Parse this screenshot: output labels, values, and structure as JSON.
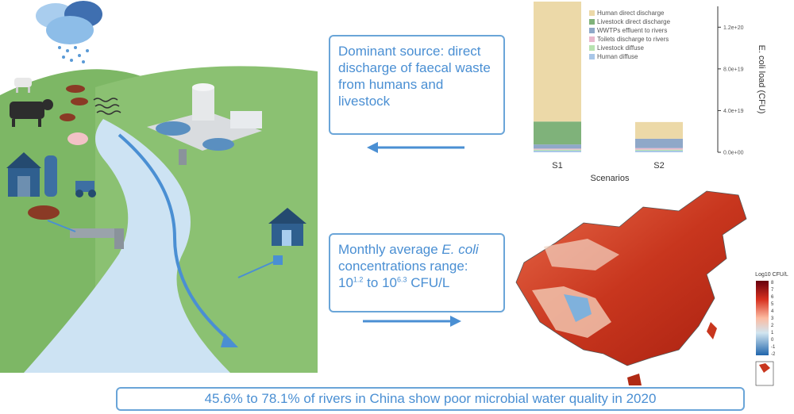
{
  "box1": {
    "text": "Dominant source: direct discharge of faecal waste from humans and livestock"
  },
  "box2": {
    "prefix": "Monthly average ",
    "italic": "E. coli",
    "line2": " concentrations range:",
    "base1": "10",
    "exp1": "1.2",
    "to": " to ",
    "base2": "10",
    "exp2": "6.3",
    "unit": " CFU/L"
  },
  "bottom": {
    "text": "45.6% to 78.1% of rivers in China show poor microbial water quality in 2020"
  },
  "chart_data": {
    "type": "bar",
    "stacked": true,
    "categories": [
      "S1",
      "S2"
    ],
    "xlabel": "Scenarios",
    "ylabel": "E. coli load (CFU)",
    "ylim": [
      0,
      1.4e+20
    ],
    "yticks": [
      "0.0e+00",
      "4.0e+19",
      "8.0e+19",
      "1.2e+20"
    ],
    "ytick_values": [
      0,
      4e+19,
      8e+19,
      1.2e+20
    ],
    "series": [
      {
        "name": "Human diffuse",
        "color": "#a8c6e8",
        "values": [
          1.5e+18,
          1.5e+18
        ]
      },
      {
        "name": "Livestock diffuse",
        "color": "#b8e3b0",
        "values": [
          1e+18,
          1e+18
        ]
      },
      {
        "name": "Toilets discharge to rivers",
        "color": "#e9b8cc",
        "values": [
          1e+18,
          1.5e+18
        ]
      },
      {
        "name": "WWTPs effluent to rivers",
        "color": "#8fa8c8",
        "values": [
          4e+18,
          9e+18
        ]
      },
      {
        "name": "Livestock direct discharge",
        "color": "#7fb27a",
        "values": [
          2.2e+19,
          0
        ]
      },
      {
        "name": "Human direct discharge",
        "color": "#ecd9a8",
        "values": [
          1.2e+20,
          1.6e+19
        ]
      }
    ],
    "legend_order": [
      "Human direct discharge",
      "Livestock direct discharge",
      "WWTPs effluent to rivers",
      "Toilets discharge to rivers",
      "Livestock diffuse",
      "Human diffuse"
    ]
  },
  "colorbar": {
    "title": "Log10 CFU/L",
    "ticks": [
      "8",
      "7",
      "6",
      "5",
      "4",
      "3",
      "2",
      "1",
      "0",
      "-1",
      "-2"
    ]
  },
  "colors": {
    "accent": "#4a8fd3",
    "hill": "#6ea65a",
    "river": "#cde3f3"
  }
}
